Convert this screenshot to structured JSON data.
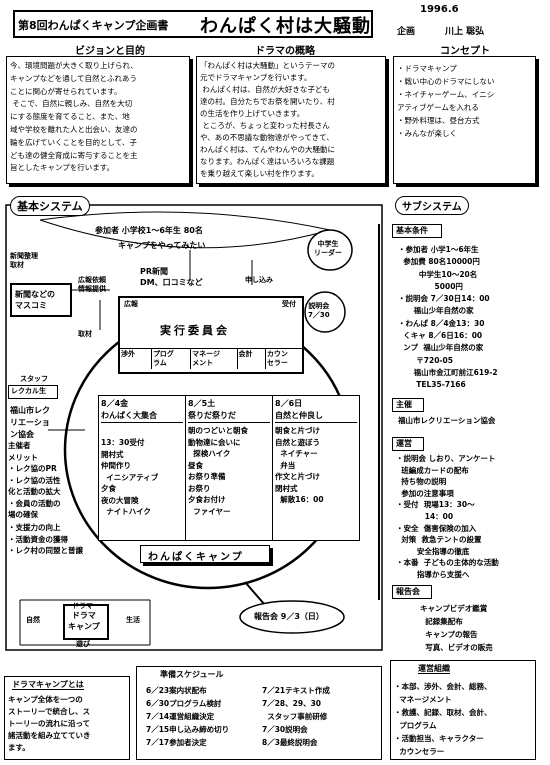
{
  "header": {
    "subtitle": "第8回わんぱくキャンプ企画書",
    "title": "わんぱく村は大騒動",
    "date": "1996.6",
    "plan_label": "企画",
    "author": "川上 聡弘"
  },
  "sections": {
    "vision": {
      "title": "ビジョンと目的",
      "text": "今、環境問題が大きく取り上げられ、\nキャンプなどを通して自然とふれあう\nことに関心が寄せられています。\n そこで、自然に親しみ、自然を大切\nにする態度を育てること、また、地\n域や学校を離れた人と出会い、友達の\n輪を広げていくことを目的として、子\nども達の健全育成に寄与することを主\n旨としたキャンプを行います。"
    },
    "drama": {
      "title": "ドラマの概略",
      "text": "「わんぱく村は大騒動」というテーマの\n元でドラマキャンプを行います。\n わんぱく村は、自然が大好きな子ども\n達の村。自分たちでお祭を開いたり、村\nの生活を作り上げていきます。\n ところが、ちょっと変わった村長さん\nや、あの不思議な動物達がやってきて、\nわんぱく村は、てんやわんやの大騒動に\nなります。わんぱく達はいろいろな課題\nを乗り越えて楽しい村を作ります。"
    },
    "concept": {
      "title": "コンセプト",
      "items": [
        "・ドラマキャンプ",
        "・戦い中心のドラマにしない",
        "・ネイチャーゲーム、イニシ\nアティブゲームを入れる",
        "・野外料理は、昼台方式",
        "・みんなが楽しく"
      ]
    }
  },
  "basic_system": {
    "title": "基本システム",
    "participants": "参加者 小学校1～6年生 80名",
    "want": "キャンプをやってみたい",
    "leader": "中学生\nリーダー",
    "news_left": "新聞整理\n取材",
    "masscomi": "新聞などの\nマスコミ",
    "pr_lines": "広報依頼\n情報提供",
    "pr_news": "PR新聞\nDM、口コミなど",
    "apply": "申し込み",
    "briefing": "説明会\n7／30",
    "interview": "取材",
    "hq_left": "広報",
    "hq_right": "受付",
    "committee": "実行委員会",
    "roles": [
      "渉外",
      "プログ\nラム",
      "マネージ\nメント",
      "会計",
      "カウン\nセラー"
    ],
    "staff": "スタッフ",
    "recre": "レクカル生",
    "assoc": "福山市レク\nリエーショ\nン協会",
    "merits": "主催者\nメリット\n・レク協のPR\n・レク協の活性\n化と活動の拡大\n・会員の活動の\n場の確保",
    "merits2": "・支援力の向上\n・活動資金の獲得\n・レク村の同盟と普譲",
    "days": [
      {
        "date": "8／4金",
        "title": "わんぱく大集合",
        "body": "13：30受付\n開村式\n仲間作り\n  イニシアティブ\n夕食\n夜の大冒険\n  ナイトハイク"
      },
      {
        "date": "8／5土",
        "title": "祭りだ祭りだ",
        "body": "朝のつどいと朝食\n動物達に会いに\n  探検ハイク\n昼食\nお祭り準備\nお祭り\n夕食お付け\n  ファイヤー"
      },
      {
        "date": "8／6日",
        "title": "自然と仲良し",
        "body": "朝食と片づけ\n自然と遊ぼう\n  ネイチャー\n  弁当\n作文と片づけ\n閉村式\n  解散16：00"
      }
    ],
    "camp_banner": "わんぱくキャンプ",
    "report": "報告会 9／3（日）",
    "diagram": {
      "top": "ドラマ",
      "left": "自然",
      "center": "ドラマ\nキャンプ",
      "right": "生活",
      "bottom": "遊び"
    }
  },
  "sub_system": {
    "title": "サブシステム",
    "basic_title": "基本条件",
    "basic_text": "・参加者 小学1～6年生\n  参加費 80名10000円\n        中学生10～20名\n              5000円\n・説明会 7／30日14：00\n      福山少年自然の家\n・わんぱ 8／4金13：30\n  くキャ 8／6日16：00\n  ンプ  福山少年自然の家\n       〒720-05\n      福山市金江町前江619-2\n       TEL35-7166",
    "host_title": "主催",
    "host_text": "福山市レクリエーション協会",
    "ops_title": "運営",
    "ops_text": "・説明会 しおり、アンケート\n  班編成カードの配布\n  持ち物の説明\n  参加の注意事項\n・受付  現場13：30～\n           14：00\n・安全  傷害保険の加入\n  対策  救急テントの設置\n        安全指導の徹底\n・本番  子どもの主体的な活動\n        指導から支援へ",
    "report_title": "報告会",
    "report_text": "キャンプビデオ鑑賞\n  記録集配布\n  キャンプの報告\n  写真、ビデオの販売"
  },
  "bottom": {
    "dc_title": "ドラマキャンプとは",
    "dc_text": "キャンプ全体を一つの\nストーリーで統合し、ス\nトーリーの流れに沿って\n諸活動を組み立てていき\nます。",
    "schedule_title": "準備スケジュール",
    "schedule_left": [
      "6／23案内状配布",
      "6／30プログラム検討",
      "7／14運営組織決定",
      "7／15申し込み締め切り",
      "7／17参加者決定"
    ],
    "schedule_right": [
      "7／21テキスト作成",
      "7／28、29、30",
      "  スタッフ事前研修",
      "7／30説明会",
      "8／3最終説明会"
    ],
    "org_title": "運営組織",
    "org_text": "・本部、渉外、会計、総務、\n  マネージメント\n・救護、記録、取材、会計、\n  プログラム\n・活動担当、キャラクター\n  カウンセラー"
  }
}
